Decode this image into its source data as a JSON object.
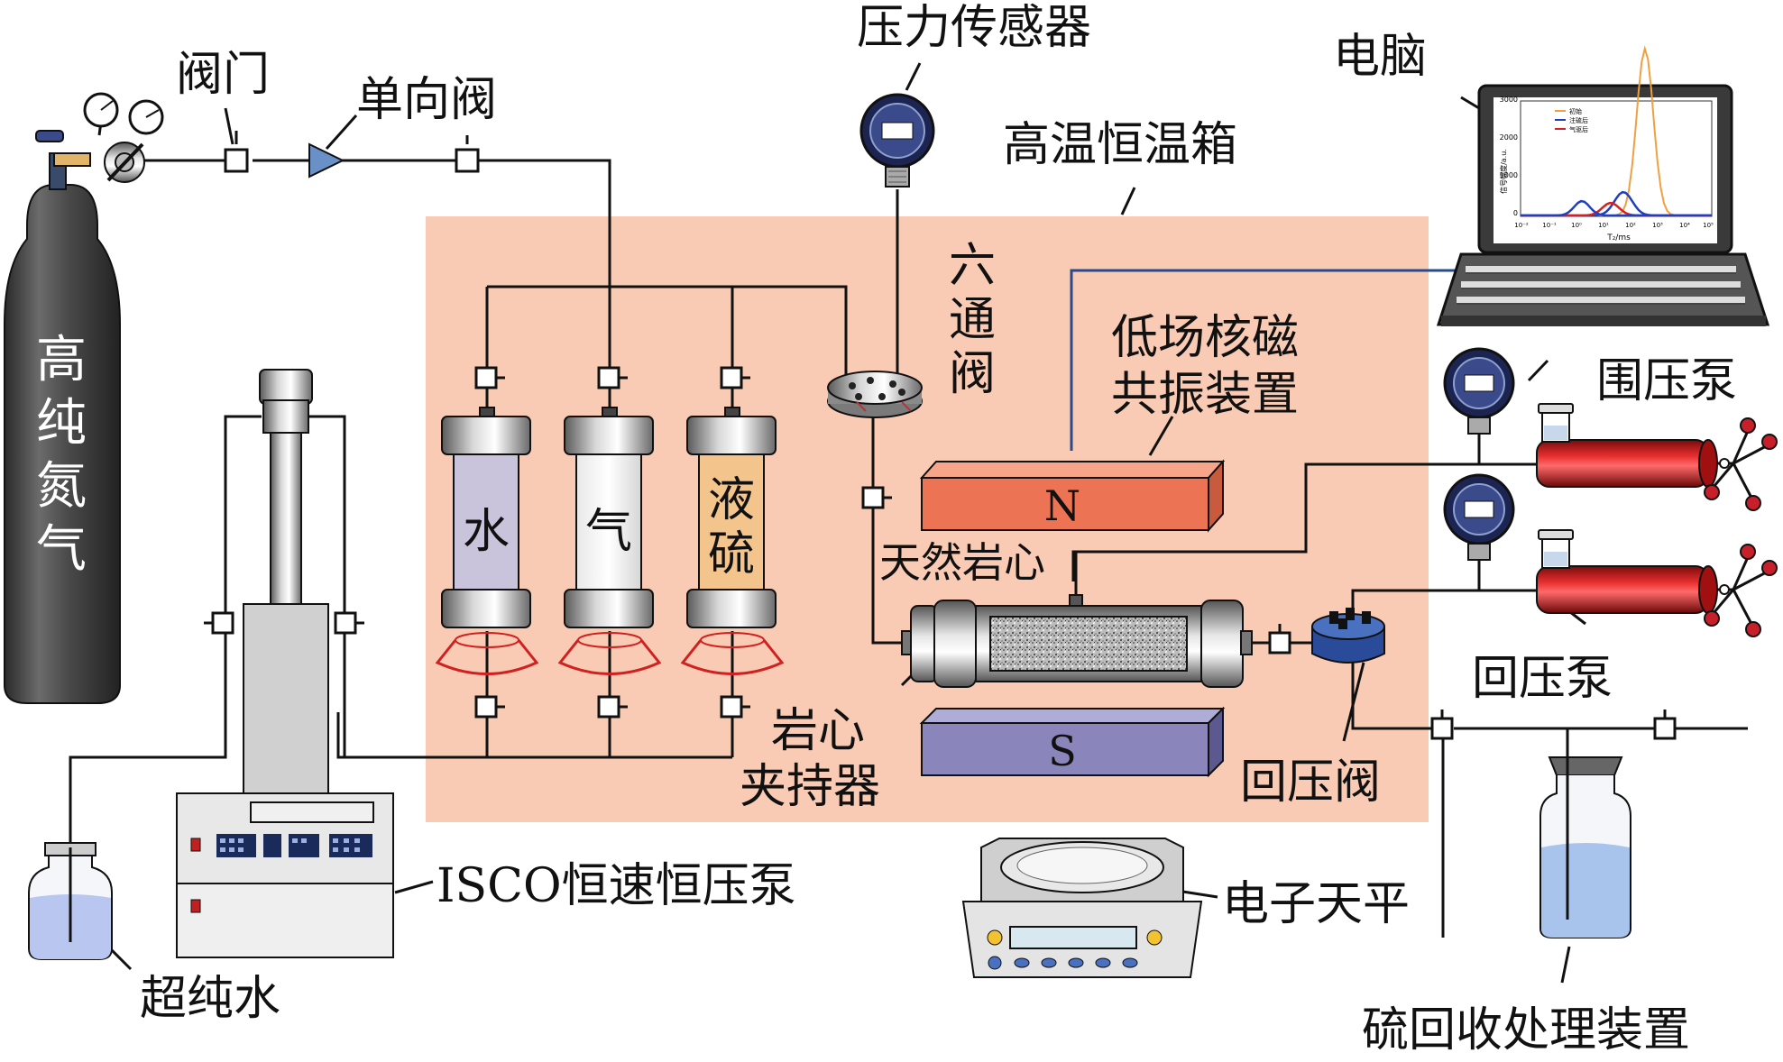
{
  "labels": {
    "nitrogen": [
      "高",
      "纯",
      "氮",
      "气"
    ],
    "valve": "阀门",
    "check_valve": "单向阀",
    "pressure_sensor": "压力传感器",
    "oven": "高温恒温箱",
    "computer": "电脑",
    "six_way_valve": [
      "六",
      "通",
      "阀"
    ],
    "nmr": [
      "低场核磁",
      "共振装置"
    ],
    "confining_pump": "围压泵",
    "back_pressure_pump": "回压泵",
    "back_pressure_valve": "回压阀",
    "natural_core": "天然岩心",
    "core_holder": [
      "岩心",
      "夹持器"
    ],
    "isco_pump": "ISCO恒速恒压泵",
    "ultrapure_water": "超纯水",
    "balance": "电子天平",
    "sulfur_recovery": "硫回收处理装置"
  },
  "cylinders": {
    "water": "水",
    "gas": "气",
    "liquid_sulfur": [
      "液",
      "硫"
    ]
  },
  "magnets": {
    "north": "N",
    "south": "S"
  },
  "screen_chart": {
    "ylabel": "信号幅度/a.u.",
    "xlabel": "T₂/ms",
    "yticks": [
      "0",
      "1000",
      "2000",
      "3000"
    ],
    "xticks": [
      "10⁻²",
      "10⁻¹",
      "10⁰",
      "10¹",
      "10²",
      "10³",
      "10⁴",
      "10⁵"
    ],
    "legend": [
      "初始",
      "注硫后",
      "气驱后"
    ],
    "colors": [
      "#f0a040",
      "#1f3fbf",
      "#d42020"
    ]
  },
  "colors": {
    "oven": "#f9cbb4",
    "magnet_n": "#ec7454",
    "magnet_s": "#8a86bc",
    "pump_red": "#c81414",
    "gauge_blue": "#1c2452",
    "sulfur_fill": "#f3c58d",
    "water_fill": "#c9c3dc"
  }
}
